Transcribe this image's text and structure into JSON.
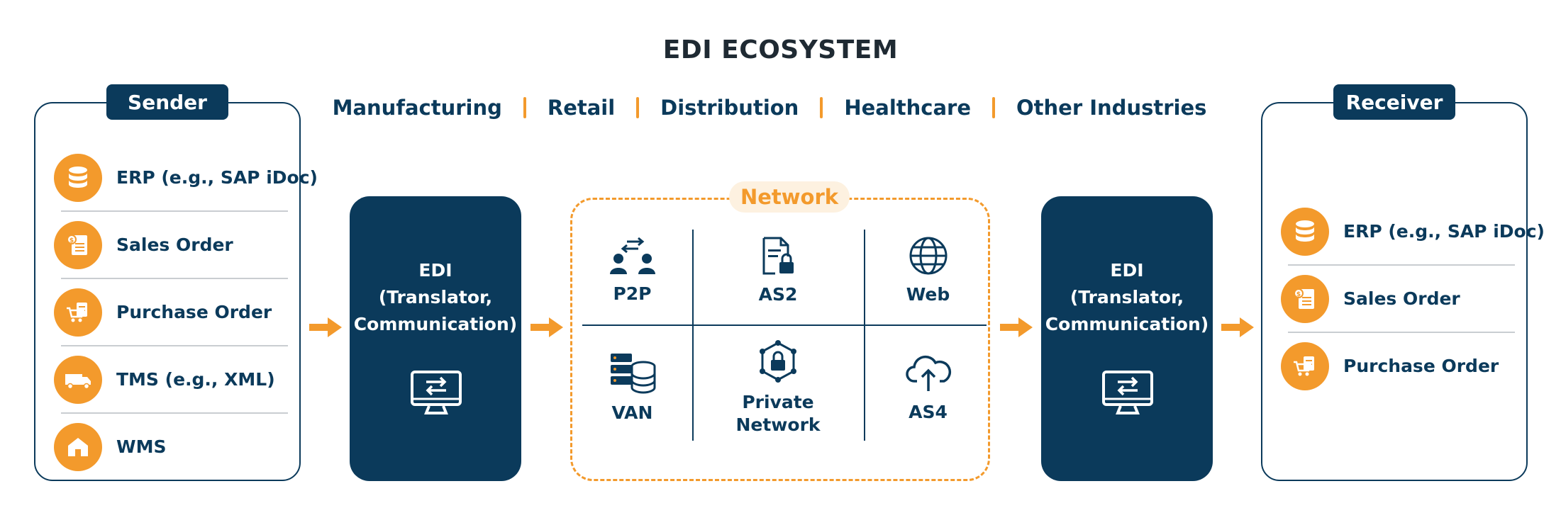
{
  "title": "EDI ECOSYSTEM",
  "industries": [
    "Manufacturing",
    "Retail",
    "Distribution",
    "Healthcare",
    "Other Industries"
  ],
  "sender": {
    "label": "Sender",
    "items": [
      {
        "label": "ERP (e.g., SAP iDoc)",
        "icon": "database-icon"
      },
      {
        "label": "Sales Order",
        "icon": "document-icon"
      },
      {
        "label": "Purchase Order",
        "icon": "cart-icon"
      },
      {
        "label": "TMS (e.g., XML)",
        "icon": "truck-icon"
      },
      {
        "label": "WMS",
        "icon": "warehouse-icon"
      }
    ]
  },
  "receiver": {
    "label": "Receiver",
    "items": [
      {
        "label": "ERP (e.g., SAP iDoc)",
        "icon": "database-icon"
      },
      {
        "label": "Sales Order",
        "icon": "document-icon"
      },
      {
        "label": "Purchase Order",
        "icon": "cart-icon"
      }
    ]
  },
  "edi_left": {
    "line1": "EDI",
    "line2": "(Translator,",
    "line3": "Communication)"
  },
  "edi_right": {
    "line1": "EDI",
    "line2": "(Translator,",
    "line3": "Communication)"
  },
  "network": {
    "label": "Network",
    "cells": [
      {
        "label": "P2P",
        "icon": "peer-to-peer-icon"
      },
      {
        "label": "AS2",
        "icon": "secure-document-icon"
      },
      {
        "label": "Web",
        "icon": "globe-icon"
      },
      {
        "label": "VAN",
        "icon": "server-database-icon"
      },
      {
        "label1": "Private",
        "label2": "Network",
        "icon": "lock-network-icon"
      },
      {
        "label": "AS4",
        "icon": "cloud-upload-icon"
      }
    ]
  },
  "colors": {
    "navy": "#0b3a5b",
    "orange": "#f39a2c",
    "light_orange": "#fdf1e0"
  }
}
